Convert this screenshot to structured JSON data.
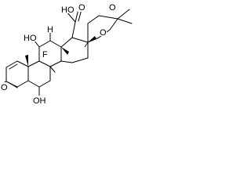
{
  "molecule": {
    "labels": {
      "acid_oh": "HO",
      "acid_o": "O",
      "ring_o_top": "O",
      "ring_o_side": "O",
      "c11_oh": "HO",
      "c11_h": "H",
      "fluorine": "F",
      "c3_o": "O",
      "c6_oh": "OH"
    }
  }
}
